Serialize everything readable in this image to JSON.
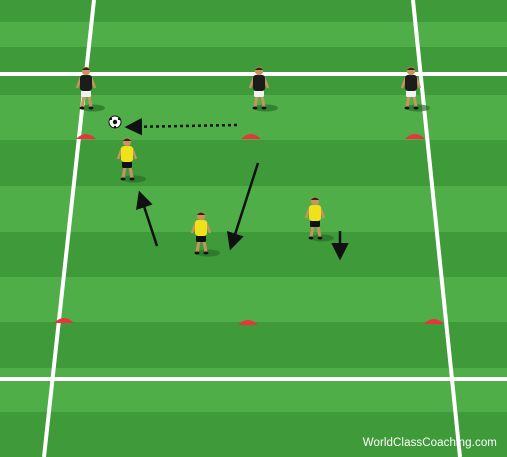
{
  "watermark": "WorldClassCoaching.com",
  "colors": {
    "grass_dark": "#3f9a3a",
    "grass_light": "#4fae47",
    "line": "#ffffff",
    "cone": "#e8343a",
    "attacker_shirt": "#1c1c1c",
    "attacker_shorts": "#f2f2f2",
    "defender_shirt": "#f0e21a",
    "defender_shorts": "#111111",
    "arrow": "#111111"
  },
  "players": [
    {
      "id": "attacker-left",
      "team": "black"
    },
    {
      "id": "attacker-center",
      "team": "black"
    },
    {
      "id": "attacker-right",
      "team": "black"
    },
    {
      "id": "defender-on-ball",
      "team": "yellow"
    },
    {
      "id": "defender-middle",
      "team": "yellow"
    },
    {
      "id": "defender-right",
      "team": "yellow"
    }
  ],
  "cones": 6,
  "ball": "soccer-ball-icon",
  "arrows": [
    {
      "id": "pass-arrow",
      "style": "dotted"
    },
    {
      "id": "run-arrow-left",
      "style": "solid"
    },
    {
      "id": "run-arrow-center",
      "style": "solid"
    },
    {
      "id": "run-arrow-right",
      "style": "solid"
    }
  ]
}
